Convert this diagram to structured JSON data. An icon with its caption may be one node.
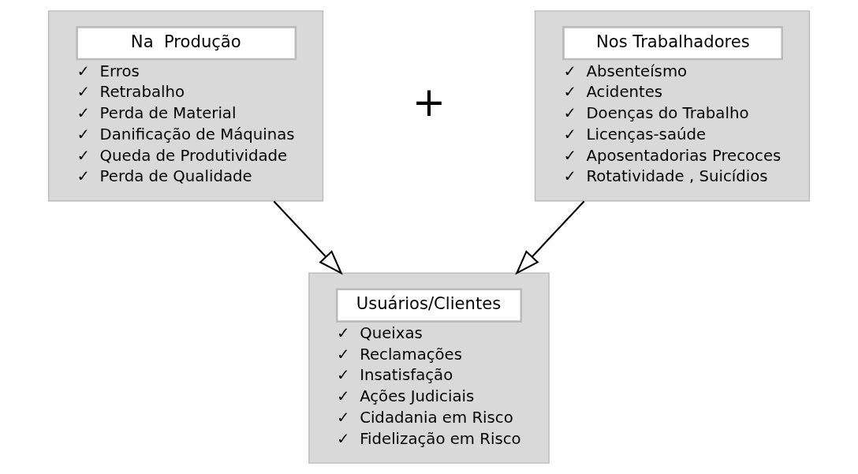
{
  "diagram": {
    "nodes": [
      {
        "text": [
          "Na  Produção",
          "✓  Erros",
          "✓  Retrabalho",
          "✓  Perda de Material",
          "✓  Danificação de Máquinas",
          "✓  Queda de Produtividade",
          "✓  Perda de Qualidade"
        ]
      },
      {
        "text": [
          "Nos Trabalhadores",
          "✓  Absenteísmo",
          "✓  Acidentes",
          "✓  Doenças do Trabalho",
          "✓  Licenças-saúde",
          "✓  Aposentadorias Precoces",
          "✓  Rotatividade , Suicídios"
        ]
      },
      {
        "text": [
          "Usuários/Clientes",
          "✓  Queixas",
          "✓  Reclamações",
          "✓  Insatisfação",
          "✓  Ações Judiciais",
          "✓  Cidadania em Risco",
          "✓  Fidelização em Risco"
        ]
      }
    ],
    "edges": [
      {
        "from": 0,
        "to": 2,
        "arrow": "to"
      },
      {
        "from": 1,
        "to": 2,
        "arrow": "to"
      }
    ],
    "labels": [
      "+"
    ]
  }
}
